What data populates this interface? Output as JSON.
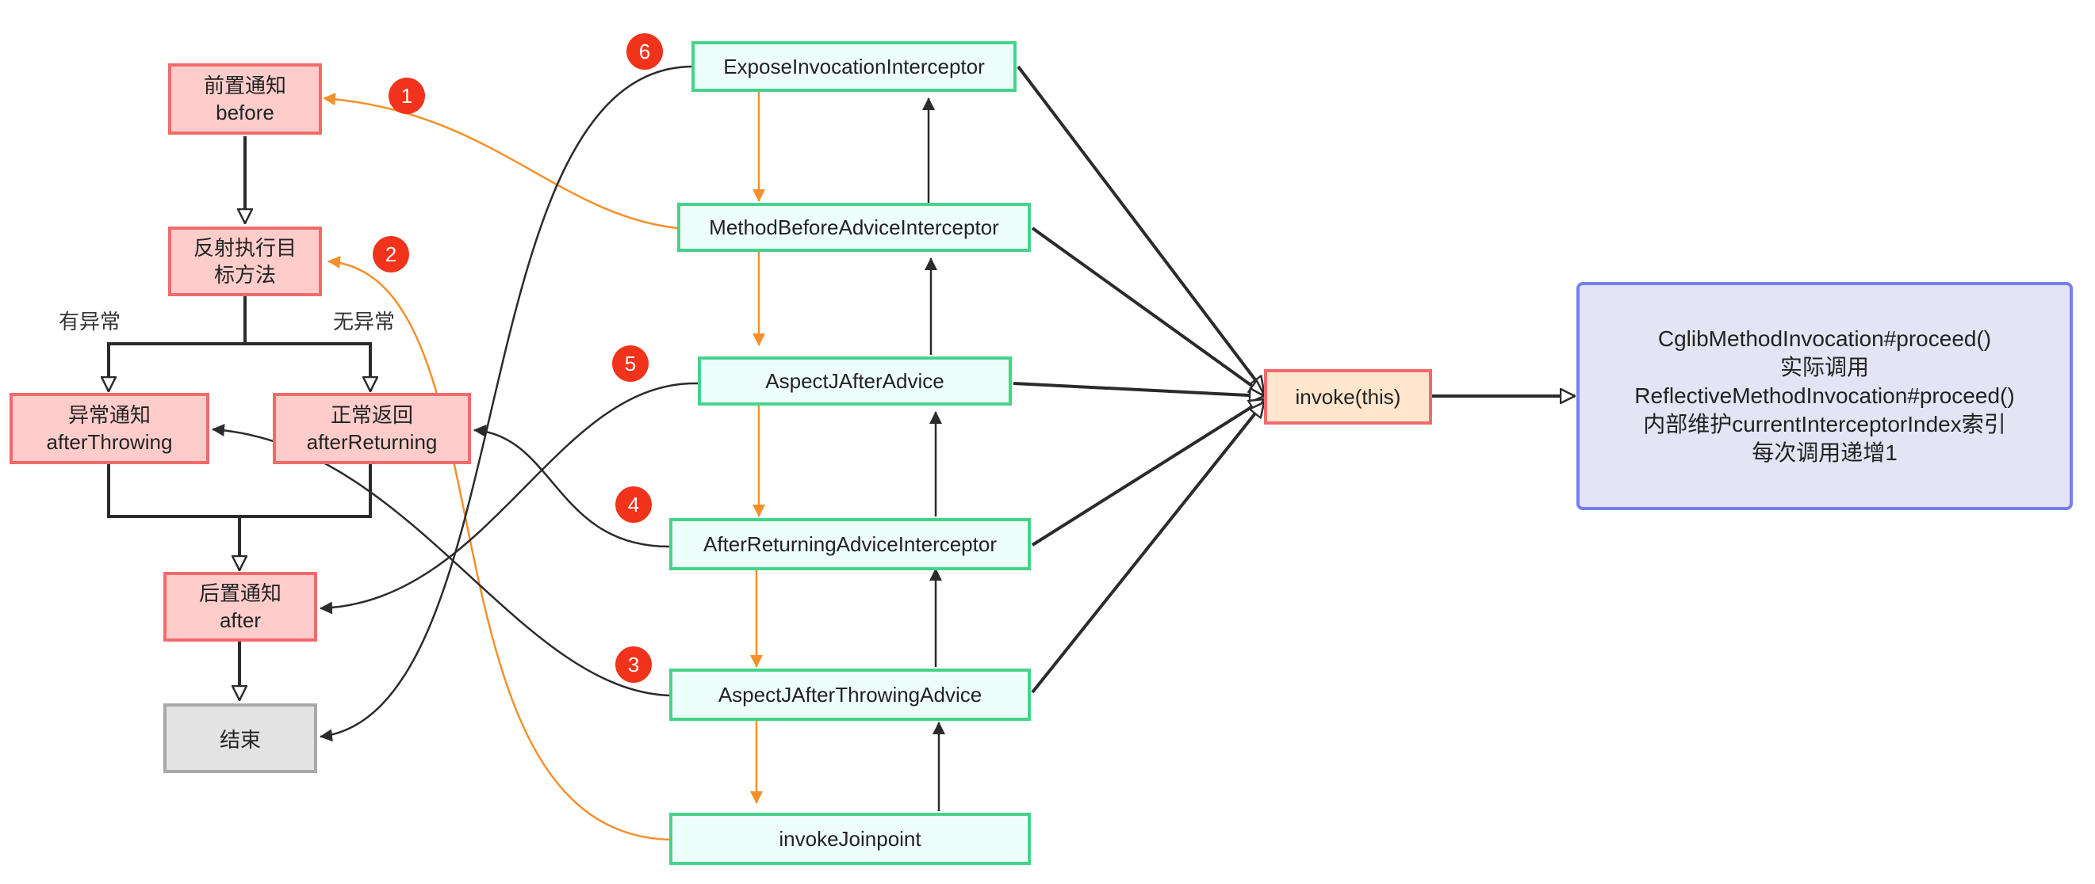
{
  "nodes": {
    "before": "前置通知\nbefore",
    "reflect": "反射执行目\n标方法",
    "after_throwing": "异常通知\nafterThrowing",
    "after_returning": "正常返回\nafterReturning",
    "after": "后置通知\nafter",
    "end": "结束",
    "expose": "ExposeInvocationInterceptor",
    "method_before": "MethodBeforeAdviceInterceptor",
    "aspectj_after": "AspectJAfterAdvice",
    "after_returning_interceptor": "AfterReturningAdviceInterceptor",
    "aspectj_after_throwing": "AspectJAfterThrowingAdvice",
    "invoke_joinpoint": "invokeJoinpoint",
    "invoke_this": "invoke(this)",
    "cglib_note": "CglibMethodInvocation#proceed()\n实际调用\nReflectiveMethodInvocation#proceed()\n内部维护currentInterceptorIndex索引\n每次调用递增1"
  },
  "edge_labels": {
    "has_exception": "有异常",
    "no_exception": "无异常"
  },
  "badges": [
    "1",
    "2",
    "3",
    "4",
    "5",
    "6"
  ],
  "colors": {
    "pink_fill": "#fecdcb",
    "pink_border": "#f26a6a",
    "green_border": "#45d38a",
    "mint_fill": "#eefffb",
    "peach_fill": "#ffe6cc",
    "lavender_fill": "#e3e4f4",
    "lavender_border": "#7580ef",
    "orange_flow": "#f5902a",
    "badge_red": "#f2331b",
    "dark_line": "#2b2b2b"
  }
}
